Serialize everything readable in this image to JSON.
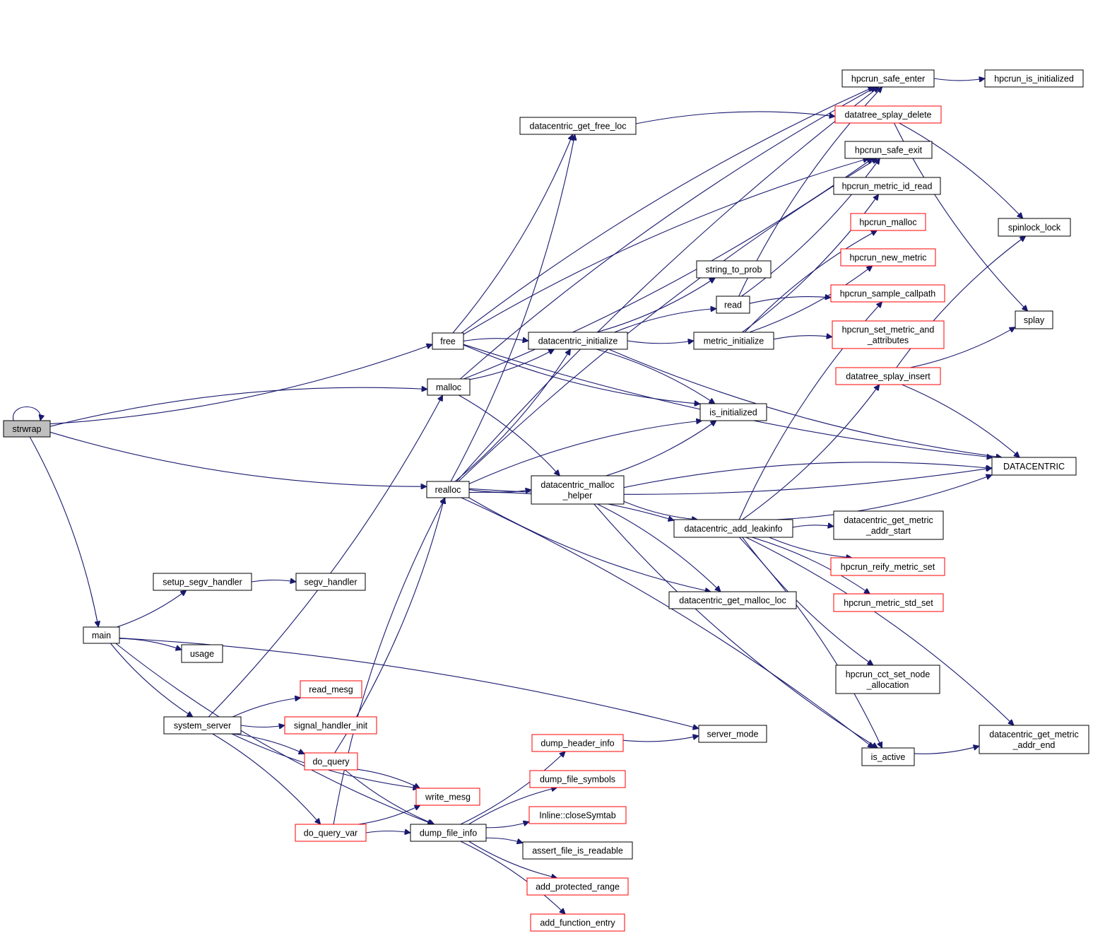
{
  "title": "Call graph of strwrap",
  "colors": {
    "edge": "#191970",
    "node_border": "#000000",
    "truncated_border": "#ff0000",
    "root_fill": "#bfbfbf"
  },
  "nodes": [
    {
      "id": "strwrap",
      "label": [
        "strwrap"
      ],
      "style": "root"
    },
    {
      "id": "free",
      "label": [
        "free"
      ],
      "style": "normal"
    },
    {
      "id": "malloc",
      "label": [
        "malloc"
      ],
      "style": "normal"
    },
    {
      "id": "realloc",
      "label": [
        "realloc"
      ],
      "style": "normal"
    },
    {
      "id": "main",
      "label": [
        "main"
      ],
      "style": "normal"
    },
    {
      "id": "setup_segv_handler",
      "label": [
        "setup_segv_handler"
      ],
      "style": "normal"
    },
    {
      "id": "segv_handler",
      "label": [
        "segv_handler"
      ],
      "style": "normal"
    },
    {
      "id": "usage",
      "label": [
        "usage"
      ],
      "style": "normal"
    },
    {
      "id": "system_server",
      "label": [
        "system_server"
      ],
      "style": "normal"
    },
    {
      "id": "read_mesg",
      "label": [
        "read_mesg"
      ],
      "style": "truncated"
    },
    {
      "id": "signal_handler_init",
      "label": [
        "signal_handler_init"
      ],
      "style": "truncated"
    },
    {
      "id": "do_query",
      "label": [
        "do_query"
      ],
      "style": "truncated"
    },
    {
      "id": "write_mesg",
      "label": [
        "write_mesg"
      ],
      "style": "truncated"
    },
    {
      "id": "do_query_var",
      "label": [
        "do_query_var"
      ],
      "style": "truncated"
    },
    {
      "id": "dump_file_info",
      "label": [
        "dump_file_info"
      ],
      "style": "normal"
    },
    {
      "id": "dump_header_info",
      "label": [
        "dump_header_info"
      ],
      "style": "truncated"
    },
    {
      "id": "dump_file_symbols",
      "label": [
        "dump_file_symbols"
      ],
      "style": "truncated"
    },
    {
      "id": "closeSymtab",
      "label": [
        "Inline::closeSymtab"
      ],
      "style": "truncated"
    },
    {
      "id": "assert_file_is_readable",
      "label": [
        "assert_file_is_readable"
      ],
      "style": "normal"
    },
    {
      "id": "add_protected_range",
      "label": [
        "add_protected_range"
      ],
      "style": "truncated"
    },
    {
      "id": "add_function_entry",
      "label": [
        "add_function_entry"
      ],
      "style": "truncated"
    },
    {
      "id": "server_mode",
      "label": [
        "server_mode"
      ],
      "style": "normal"
    },
    {
      "id": "datacentric_get_free_loc",
      "label": [
        "datacentric_get_free_loc"
      ],
      "style": "normal"
    },
    {
      "id": "datacentric_initialize",
      "label": [
        "datacentric_initialize"
      ],
      "style": "normal"
    },
    {
      "id": "string_to_prob",
      "label": [
        "string_to_prob"
      ],
      "style": "normal"
    },
    {
      "id": "read",
      "label": [
        "read"
      ],
      "style": "normal"
    },
    {
      "id": "metric_initialize",
      "label": [
        "metric_initialize"
      ],
      "style": "normal"
    },
    {
      "id": "is_initialized",
      "label": [
        "is_initialized"
      ],
      "style": "normal"
    },
    {
      "id": "datacentric_malloc_helper",
      "label": [
        "datacentric_malloc",
        "_helper"
      ],
      "style": "normal"
    },
    {
      "id": "datacentric_add_leakinfo",
      "label": [
        "datacentric_add_leakinfo"
      ],
      "style": "normal"
    },
    {
      "id": "datacentric_get_malloc_loc",
      "label": [
        "datacentric_get_malloc_loc"
      ],
      "style": "normal"
    },
    {
      "id": "hpcrun_safe_enter",
      "label": [
        "hpcrun_safe_enter"
      ],
      "style": "normal"
    },
    {
      "id": "hpcrun_is_initialized",
      "label": [
        "hpcrun_is_initialized"
      ],
      "style": "normal"
    },
    {
      "id": "datatree_splay_delete",
      "label": [
        "datatree_splay_delete"
      ],
      "style": "truncated"
    },
    {
      "id": "hpcrun_safe_exit",
      "label": [
        "hpcrun_safe_exit"
      ],
      "style": "normal"
    },
    {
      "id": "hpcrun_metric_id_read",
      "label": [
        "hpcrun_metric_id_read"
      ],
      "style": "normal"
    },
    {
      "id": "hpcrun_malloc",
      "label": [
        "hpcrun_malloc"
      ],
      "style": "truncated"
    },
    {
      "id": "hpcrun_new_metric",
      "label": [
        "hpcrun_new_metric"
      ],
      "style": "truncated"
    },
    {
      "id": "hpcrun_sample_callpath",
      "label": [
        "hpcrun_sample_callpath"
      ],
      "style": "truncated"
    },
    {
      "id": "hpcrun_set_metric_and_attributes",
      "label": [
        "hpcrun_set_metric_and",
        "_attributes"
      ],
      "style": "truncated"
    },
    {
      "id": "datatree_splay_insert",
      "label": [
        "datatree_splay_insert"
      ],
      "style": "truncated"
    },
    {
      "id": "spinlock_lock",
      "label": [
        "spinlock_lock"
      ],
      "style": "normal"
    },
    {
      "id": "splay",
      "label": [
        "splay"
      ],
      "style": "normal"
    },
    {
      "id": "DATACENTRIC",
      "label": [
        "DATACENTRIC"
      ],
      "style": "normal"
    },
    {
      "id": "datacentric_get_metric_addr_start",
      "label": [
        "datacentric_get_metric",
        "_addr_start"
      ],
      "style": "normal"
    },
    {
      "id": "hpcrun_reify_metric_set",
      "label": [
        "hpcrun_reify_metric_set"
      ],
      "style": "truncated"
    },
    {
      "id": "hpcrun_metric_std_set",
      "label": [
        "hpcrun_metric_std_set"
      ],
      "style": "truncated"
    },
    {
      "id": "hpcrun_cct_set_node_allocation",
      "label": [
        "hpcrun_cct_set_node",
        "_allocation"
      ],
      "style": "normal"
    },
    {
      "id": "is_active",
      "label": [
        "is_active"
      ],
      "style": "normal"
    },
    {
      "id": "datacentric_get_metric_addr_end",
      "label": [
        "datacentric_get_metric",
        "_addr_end"
      ],
      "style": "normal"
    }
  ],
  "edges": [
    [
      "strwrap",
      "strwrap"
    ],
    [
      "strwrap",
      "free"
    ],
    [
      "strwrap",
      "malloc"
    ],
    [
      "strwrap",
      "realloc"
    ],
    [
      "strwrap",
      "main"
    ],
    [
      "main",
      "setup_segv_handler"
    ],
    [
      "main",
      "usage"
    ],
    [
      "main",
      "system_server"
    ],
    [
      "main",
      "server_mode"
    ],
    [
      "main",
      "dump_file_info"
    ],
    [
      "setup_segv_handler",
      "segv_handler"
    ],
    [
      "system_server",
      "malloc"
    ],
    [
      "system_server",
      "read_mesg"
    ],
    [
      "system_server",
      "signal_handler_init"
    ],
    [
      "system_server",
      "do_query"
    ],
    [
      "system_server",
      "write_mesg"
    ],
    [
      "system_server",
      "do_query_var"
    ],
    [
      "do_query",
      "realloc"
    ],
    [
      "do_query",
      "write_mesg"
    ],
    [
      "do_query",
      "dump_file_info"
    ],
    [
      "do_query_var",
      "realloc"
    ],
    [
      "do_query_var",
      "write_mesg"
    ],
    [
      "do_query_var",
      "dump_file_info"
    ],
    [
      "dump_file_info",
      "dump_header_info"
    ],
    [
      "dump_file_info",
      "dump_file_symbols"
    ],
    [
      "dump_file_info",
      "closeSymtab"
    ],
    [
      "dump_file_info",
      "assert_file_is_readable"
    ],
    [
      "dump_file_info",
      "add_protected_range"
    ],
    [
      "dump_file_info",
      "add_function_entry"
    ],
    [
      "dump_header_info",
      "server_mode"
    ],
    [
      "free",
      "hpcrun_safe_enter"
    ],
    [
      "free",
      "datacentric_get_free_loc"
    ],
    [
      "free",
      "datacentric_initialize"
    ],
    [
      "free",
      "is_initialized"
    ],
    [
      "free",
      "hpcrun_safe_exit"
    ],
    [
      "free",
      "DATACENTRIC"
    ],
    [
      "malloc",
      "hpcrun_safe_enter"
    ],
    [
      "malloc",
      "datacentric_initialize"
    ],
    [
      "malloc",
      "datacentric_malloc_helper"
    ],
    [
      "malloc",
      "hpcrun_safe_exit"
    ],
    [
      "realloc",
      "hpcrun_safe_enter"
    ],
    [
      "realloc",
      "datacentric_get_free_loc"
    ],
    [
      "realloc",
      "hpcrun_safe_exit"
    ],
    [
      "realloc",
      "datacentric_initialize"
    ],
    [
      "realloc",
      "is_initialized"
    ],
    [
      "realloc",
      "datacentric_malloc_helper"
    ],
    [
      "realloc",
      "datacentric_add_leakinfo"
    ],
    [
      "realloc",
      "datacentric_get_malloc_loc"
    ],
    [
      "realloc",
      "is_active"
    ],
    [
      "realloc",
      "DATACENTRIC"
    ],
    [
      "datacentric_get_free_loc",
      "datatree_splay_delete"
    ],
    [
      "datacentric_initialize",
      "string_to_prob"
    ],
    [
      "datacentric_initialize",
      "read"
    ],
    [
      "datacentric_initialize",
      "metric_initialize"
    ],
    [
      "datacentric_initialize",
      "is_initialized"
    ],
    [
      "datacentric_initialize",
      "DATACENTRIC"
    ],
    [
      "read",
      "hpcrun_safe_enter"
    ],
    [
      "read",
      "hpcrun_safe_exit"
    ],
    [
      "read",
      "hpcrun_sample_callpath"
    ],
    [
      "metric_initialize",
      "hpcrun_metric_id_read"
    ],
    [
      "metric_initialize",
      "hpcrun_malloc"
    ],
    [
      "metric_initialize",
      "hpcrun_new_metric"
    ],
    [
      "metric_initialize",
      "hpcrun_set_metric_and_attributes"
    ],
    [
      "datacentric_malloc_helper",
      "is_initialized"
    ],
    [
      "datacentric_malloc_helper",
      "DATACENTRIC"
    ],
    [
      "datacentric_malloc_helper",
      "datacentric_add_leakinfo"
    ],
    [
      "datacentric_malloc_helper",
      "datacentric_get_malloc_loc"
    ],
    [
      "datacentric_malloc_helper",
      "is_active"
    ],
    [
      "datacentric_add_leakinfo",
      "hpcrun_sample_callpath"
    ],
    [
      "datacentric_add_leakinfo",
      "datatree_splay_insert"
    ],
    [
      "datacentric_add_leakinfo",
      "datacentric_get_metric_addr_start"
    ],
    [
      "datacentric_add_leakinfo",
      "hpcrun_reify_metric_set"
    ],
    [
      "datacentric_add_leakinfo",
      "hpcrun_metric_std_set"
    ],
    [
      "datacentric_add_leakinfo",
      "hpcrun_cct_set_node_allocation"
    ],
    [
      "datacentric_add_leakinfo",
      "is_active"
    ],
    [
      "datacentric_add_leakinfo",
      "DATACENTRIC"
    ],
    [
      "datacentric_add_leakinfo",
      "datacentric_get_metric_addr_end"
    ],
    [
      "hpcrun_safe_enter",
      "hpcrun_is_initialized"
    ],
    [
      "datatree_splay_delete",
      "spinlock_lock"
    ],
    [
      "datatree_splay_delete",
      "splay"
    ],
    [
      "datatree_splay_insert",
      "spinlock_lock"
    ],
    [
      "datatree_splay_insert",
      "splay"
    ],
    [
      "datatree_splay_insert",
      "DATACENTRIC"
    ],
    [
      "is_active",
      "datacentric_get_metric_addr_end"
    ]
  ]
}
